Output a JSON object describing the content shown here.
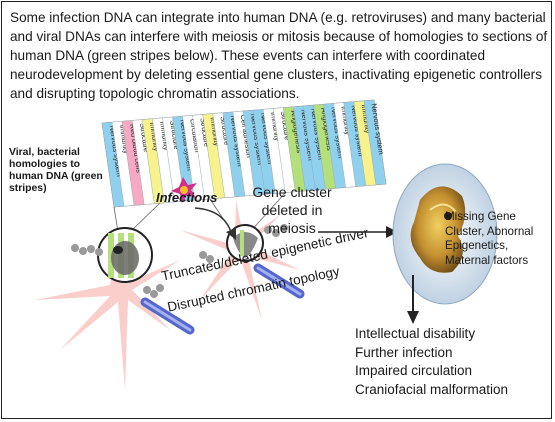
{
  "intro_text": "Some infection DNA can integrate into human DNA (e.g. retroviruses) and many bacterial and viral DNAs can interfere with meiosis or mitosis because of homologies to sections of human DNA  (green stripes below).  These events can interfere with coordinated neurodevelopment by deleting essential gene clusters, inactivating epigenetic controllers and disrupting topologic chromatin associations.",
  "side_label": "Viral, bacterial homologies to human DNA (green stripes)",
  "infections_label": "Infections",
  "gene_cluster_label": "Gene cluster deleted in meiosis",
  "epigenetic_label": "Truncated/deleted epigenetic driver",
  "chromatin_label": "Disrupted chromatin topology",
  "missing_label": "Missing Gene Cluster, Abnornal Epigenetics, Maternal factors",
  "outcomes": [
    "Intellectual disability",
    "Further infection",
    "Impaired circulation",
    "Craniofacial malformation"
  ],
  "stripes": [
    {
      "label": "Nervous system",
      "color": "#8fd0ef"
    },
    {
      "label": "Immunity",
      "color": "#ffffff"
    },
    {
      "label": "Red blood cells",
      "color": "#f7a8c4"
    },
    {
      "label": "Structure",
      "color": "#ffffff"
    },
    {
      "label": "Immunity",
      "color": "#f7f28c"
    },
    {
      "label": "Immunity",
      "color": "#ffffff"
    },
    {
      "label": "Structure",
      "color": "#ffffff"
    },
    {
      "label": "Nervous system",
      "color": "#8fd0ef"
    },
    {
      "label": "Circulation",
      "color": "#ffffff"
    },
    {
      "label": "Structure",
      "color": "#ffffff"
    },
    {
      "label": "Immunity",
      "color": "#f7f28c"
    },
    {
      "label": "Structure",
      "color": "#ffffff"
    },
    {
      "label": "Nervous system",
      "color": "#8fd0ef"
    },
    {
      "label": "Cell adhesion",
      "color": "#ffffff"
    },
    {
      "label": "Nervous system",
      "color": "#8fd0ef"
    },
    {
      "label": "Nervous system",
      "color": "#8fd0ef"
    },
    {
      "label": "Immunity",
      "color": "#ffffff"
    },
    {
      "label": "Structure",
      "color": "#ffffff"
    },
    {
      "label": "Angiogenesis",
      "color": "#b4e07c"
    },
    {
      "label": "Nervous system",
      "color": "#8fd0ef"
    },
    {
      "label": "Nervous system",
      "color": "#8fd0ef"
    },
    {
      "label": "Angiogenesis",
      "color": "#b4e07c"
    },
    {
      "label": "Nervous system",
      "color": "#8fd0ef"
    },
    {
      "label": "Immunity",
      "color": "#ffffff"
    },
    {
      "label": "Nervous system",
      "color": "#8fd0ef"
    },
    {
      "label": "Immunity",
      "color": "#f7f28c"
    },
    {
      "label": "Nervous system",
      "color": "#8fd0ef"
    }
  ],
  "colors": {
    "arrow": "#222222",
    "flash": "#f4a6a0",
    "tube": "#5566cc",
    "embryo": "#d9e7f2"
  }
}
